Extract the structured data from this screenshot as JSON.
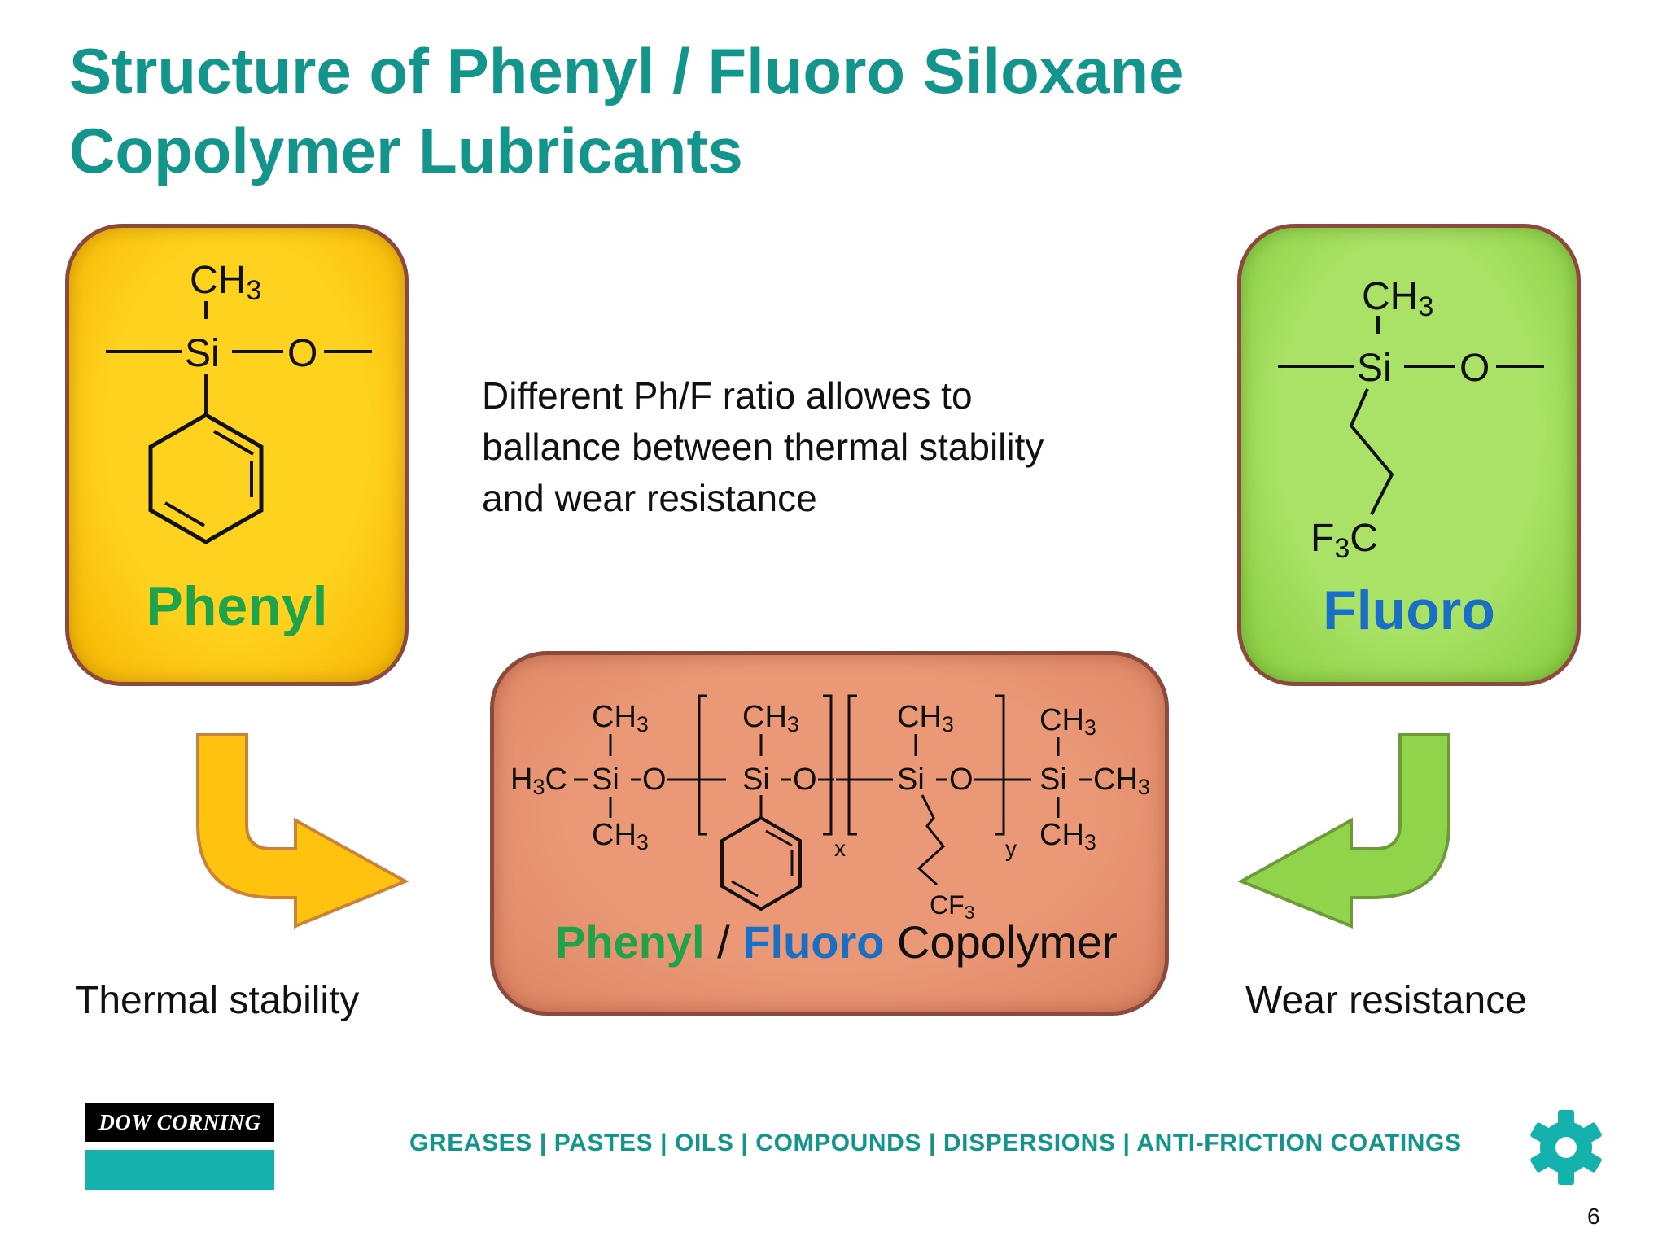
{
  "title_lines": [
    "Structure of Phenyl / Fluoro Siloxane",
    "Copolymer Lubricants"
  ],
  "description_lines": [
    "Different Ph/F ratio allowes to",
    "ballance between thermal stability",
    "and wear resistance"
  ],
  "phenyl_box": {
    "label": "Phenyl",
    "color": "#ffc800"
  },
  "fluoro_box": {
    "label": "Fluoro",
    "color": "#9ddb58"
  },
  "copolymer_box": {
    "label_phenyl": "Phenyl",
    "label_sep": " / ",
    "label_fluoro": "Fluoro",
    "label_rest": " Copolymer",
    "color": "#e58f6c"
  },
  "chem": {
    "ch": "CH",
    "three": "3",
    "si": "Si",
    "o": "O",
    "f": "F",
    "c": "C",
    "cf": "CF",
    "h": "H",
    "sub_x": "x",
    "sub_y": "y"
  },
  "captions": {
    "left": "Thermal stability",
    "right": "Wear resistance"
  },
  "footer": {
    "logo_text": "DOW CORNING",
    "product_line": "GREASES | PASTES | OILS | COMPOUNDS | DISPERSIONS | ANTI-FRICTION COATINGS",
    "page_number": "6"
  },
  "icons": {
    "gear": "gear-icon",
    "arrow_left_panel": "curved-arrow-right-icon",
    "arrow_right_panel": "curved-arrow-left-icon"
  },
  "colors": {
    "title": "#14958c",
    "phenyl_text": "#1fa34a",
    "fluoro_text": "#1a6fc4",
    "teal": "#14b1ad"
  }
}
